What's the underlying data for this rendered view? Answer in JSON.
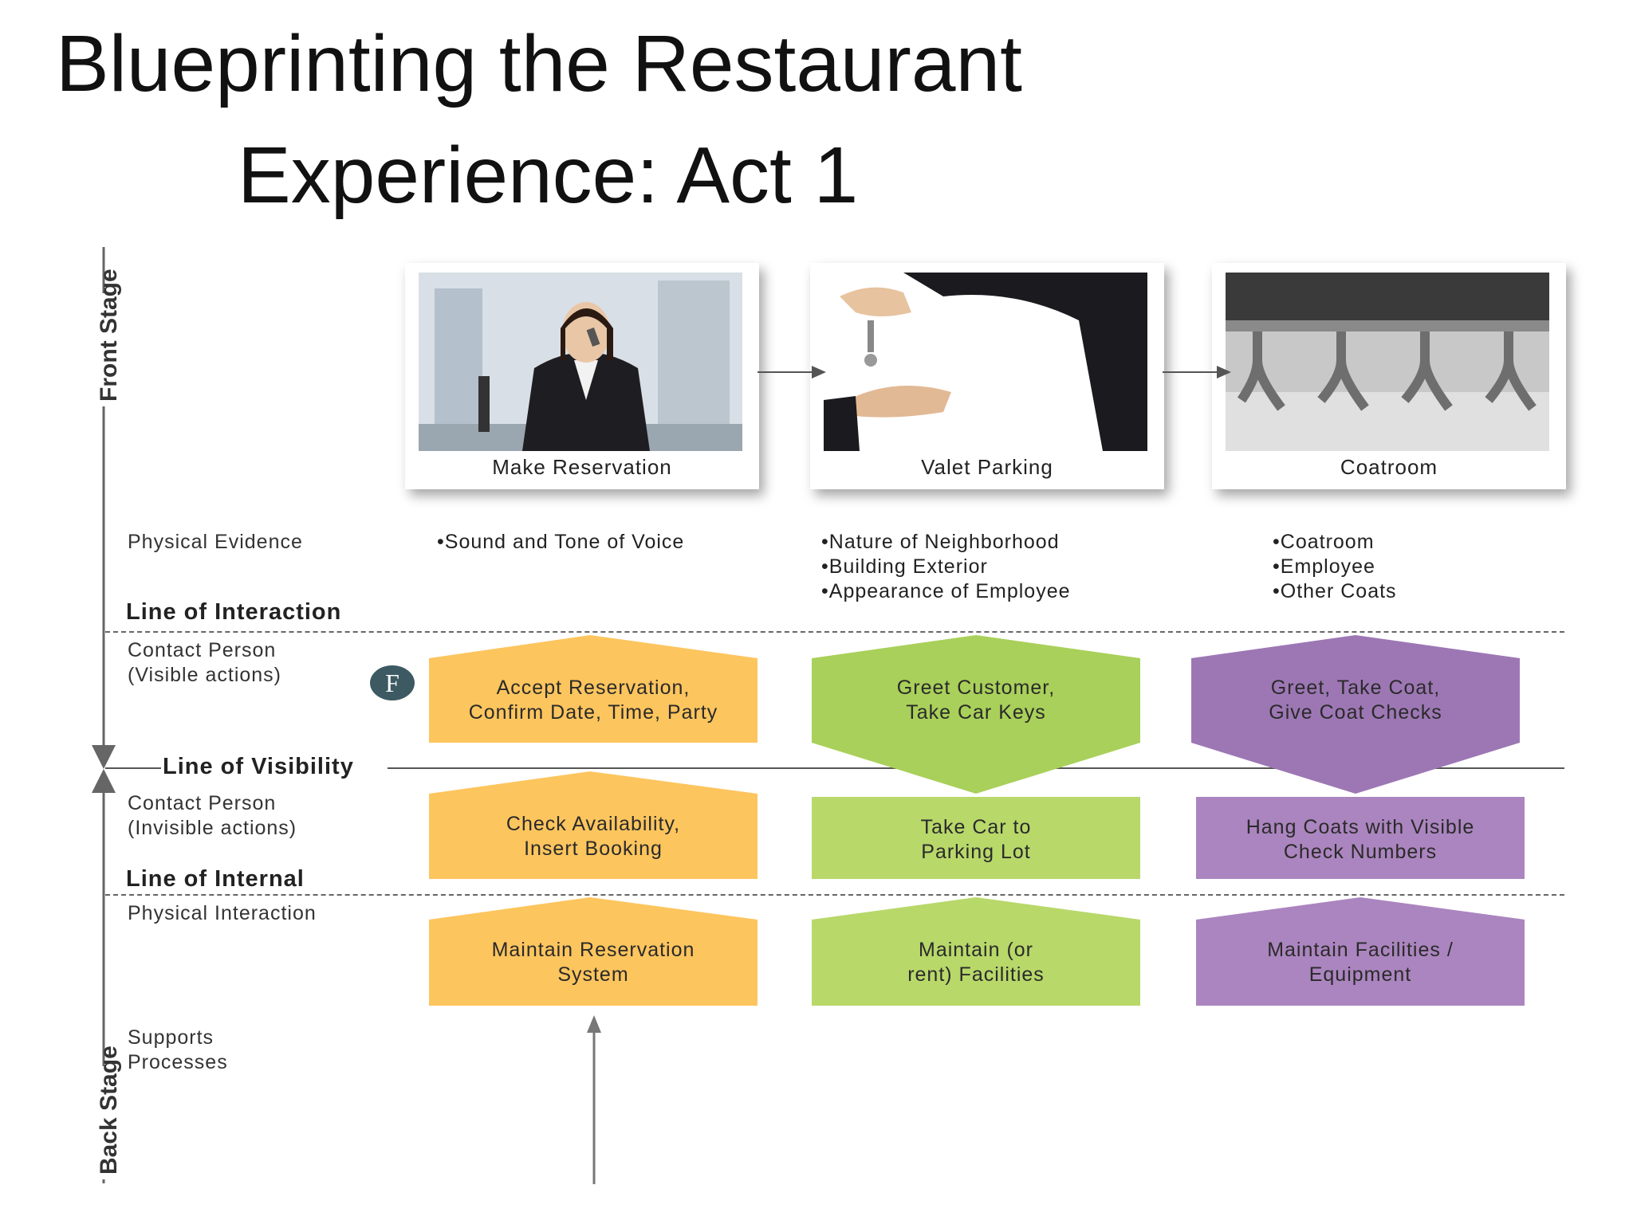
{
  "title": {
    "line1": "Blueprinting the Restaurant",
    "line2": "Experience: Act 1"
  },
  "stages": {
    "front": "Front Stage",
    "back": "Back Stage"
  },
  "rows": {
    "physical_evidence": "Physical Evidence",
    "line_of_interaction": "Line of Interaction",
    "contact_visible_1": "Contact Person",
    "contact_visible_2": "(Visible actions)",
    "line_of_visibility": "Line of Visibility",
    "contact_invisible_1": "Contact Person",
    "contact_invisible_2": "(Invisible actions)",
    "line_of_internal": "Line of Internal",
    "physical_interaction": "Physical Interaction",
    "supports_1": "Supports",
    "supports_2": "Processes"
  },
  "badge": "F",
  "columns": [
    {
      "caption": "Make Reservation",
      "evidence": [
        "Sound and Tone of Voice"
      ],
      "visible": "Accept Reservation,\nConfirm Date, Time, Party",
      "invisible": "Check Availability,\nInsert Booking",
      "support": "Maintain Reservation\nSystem",
      "color": "#fdc55e"
    },
    {
      "caption": "Valet Parking",
      "evidence": [
        "Nature of Neighborhood",
        "Building Exterior",
        "Appearance of Employee"
      ],
      "visible": "Greet Customer,\nTake Car Keys",
      "invisible": "Take Car to\nParking Lot",
      "support": "Maintain (or\nrent) Facilities",
      "color": "#b8d86a"
    },
    {
      "caption": "Coatroom",
      "evidence": [
        "Coatroom",
        "Employee",
        "Other Coats"
      ],
      "visible": "Greet, Take Coat,\nGive Coat Checks",
      "invisible": "Hang Coats with Visible\nCheck Numbers",
      "support": "Maintain Facilities /\nEquipment",
      "color": "#ab85bf"
    }
  ]
}
